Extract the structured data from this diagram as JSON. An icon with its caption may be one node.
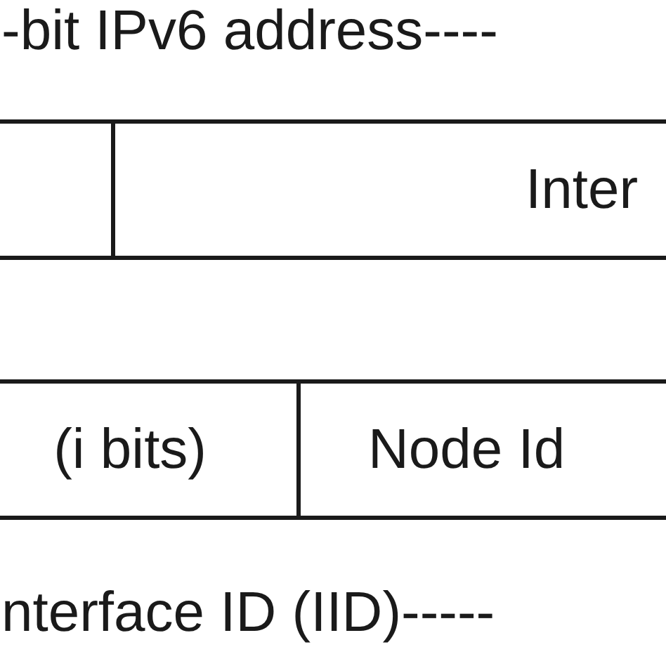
{
  "diagram": {
    "nodes": [
      {
        "text": [],
        "shape": "box"
      },
      {
        "text": [
          "Inter"
        ]
      },
      {
        "text": [
          "(i bits)"
        ]
      },
      {
        "text": [
          "Node Id"
        ]
      }
    ],
    "labels": [
      "-bit IPv6 address----",
      "nterface ID (IID)-----"
    ]
  }
}
